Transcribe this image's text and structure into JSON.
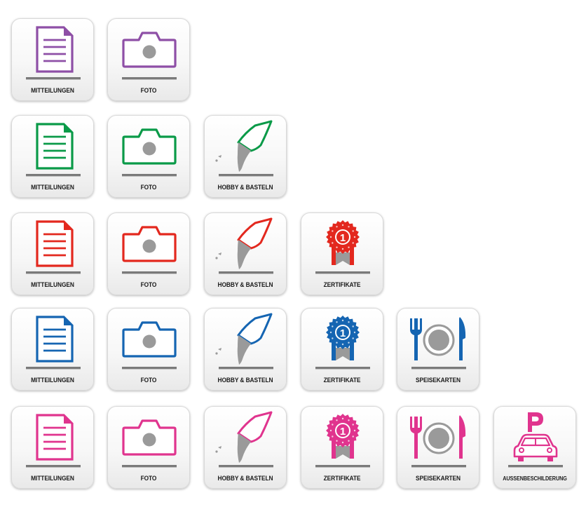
{
  "labels": {
    "mitteilungen": "MITTEILUNGEN",
    "foto": "FOTO",
    "hobby": "HOBBY & BASTELN",
    "zertifikate": "ZERTIFIKATE",
    "speisekarten": "SPEISEKARTEN",
    "aussen": "AUSSENBESCHILDERUNG"
  },
  "icon_glyphs": {
    "certificate_number": "1",
    "parking_letter": "P"
  },
  "colors": {
    "purple": "#8e4fa6",
    "green": "#0a9a48",
    "red": "#e3281e",
    "blue": "#1565b2",
    "pink": "#e0348e",
    "divider": "#7a7a7a",
    "gray_fill": "#9a9a9a"
  },
  "rows": [
    {
      "color": "purple",
      "tiles": [
        "mitteilungen",
        "foto"
      ]
    },
    {
      "color": "green",
      "tiles": [
        "mitteilungen",
        "foto",
        "hobby"
      ]
    },
    {
      "color": "red",
      "tiles": [
        "mitteilungen",
        "foto",
        "hobby",
        "zertifikate"
      ]
    },
    {
      "color": "blue",
      "tiles": [
        "mitteilungen",
        "foto",
        "hobby",
        "zertifikate",
        "speisekarten"
      ]
    },
    {
      "color": "pink",
      "tiles": [
        "mitteilungen",
        "foto",
        "hobby",
        "zertifikate",
        "speisekarten",
        "aussen"
      ]
    }
  ]
}
